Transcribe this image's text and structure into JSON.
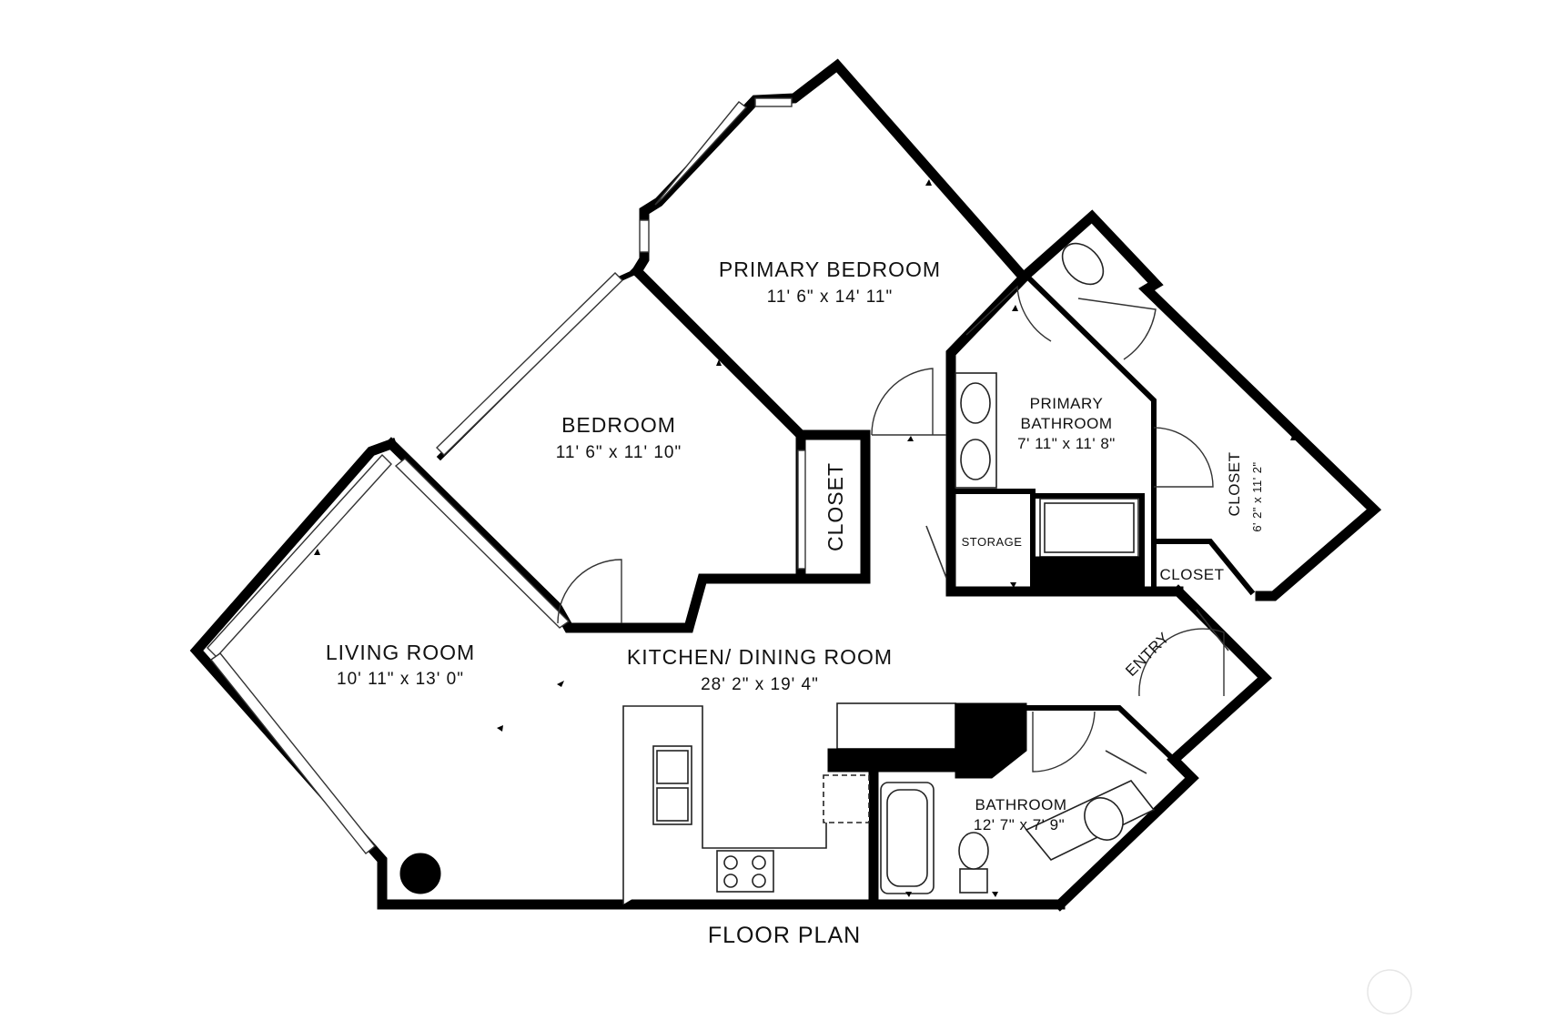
{
  "plan_title": "FLOOR PLAN",
  "rooms": {
    "primary_bedroom": {
      "name": "PRIMARY BEDROOM",
      "dims": "11' 6\" x 14' 11\""
    },
    "bedroom": {
      "name": "BEDROOM",
      "dims": "11' 6\" x 11' 10\""
    },
    "bedroom_closet": {
      "name": "CLOSET"
    },
    "primary_bathroom": {
      "name_line1": "PRIMARY",
      "name_line2": "BATHROOM",
      "dims": "7' 11\" x 11' 8\""
    },
    "walk_in_closet": {
      "name": "CLOSET",
      "dims": "6' 2\" x 11' 2\""
    },
    "storage": {
      "name": "STORAGE"
    },
    "entry_closet": {
      "name": "CLOSET"
    },
    "entry": {
      "name": "ENTRY"
    },
    "living_room": {
      "name": "LIVING ROOM",
      "dims": "10' 11\" x 13' 0\""
    },
    "kitchen_dining": {
      "name": "KITCHEN/ DINING ROOM",
      "dims": "28' 2\" x 19' 4\""
    },
    "bathroom": {
      "name": "BATHROOM",
      "dims": "12' 7\" x 7' 9\""
    }
  },
  "colors": {
    "wall": "#000000",
    "background": "#ffffff",
    "line": "#333333"
  }
}
